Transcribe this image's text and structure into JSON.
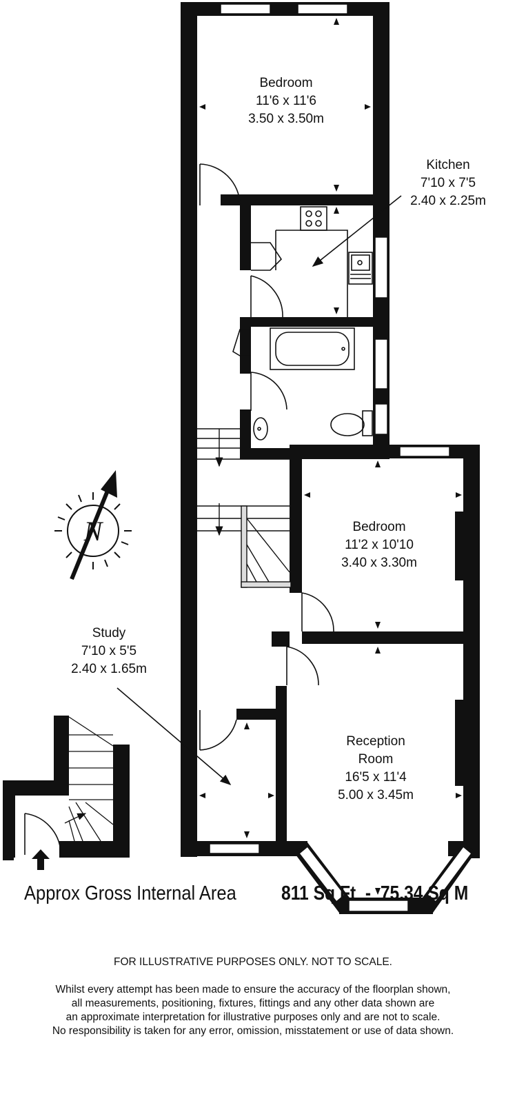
{
  "rooms": {
    "bedroom1": {
      "name": "Bedroom",
      "imperial": "11'6 x 11'6",
      "metric": "3.50 x 3.50m"
    },
    "kitchen": {
      "name": "Kitchen",
      "imperial": "7'10 x 7'5",
      "metric": "2.40 x 2.25m"
    },
    "bedroom2": {
      "name": "Bedroom",
      "imperial": "11'2 x 10'10",
      "metric": "3.40 x 3.30m"
    },
    "study": {
      "name": "Study",
      "imperial": "7'10 x 5'5",
      "metric": "2.40 x 1.65m"
    },
    "reception": {
      "name1": "Reception",
      "name2": "Room",
      "imperial": "16'5 x 11'4",
      "metric": "5.00 x 3.45m"
    }
  },
  "compass": {
    "letter": "N"
  },
  "area": {
    "label": "Approx Gross Internal Area",
    "value": "811 Sq Ft  -  75.34 Sq M"
  },
  "disclaimer": {
    "title": "FOR ILLUSTRATIVE PURPOSES ONLY. NOT TO SCALE.",
    "lines": [
      "Whilst every attempt has been made to ensure the accuracy of the floorplan shown,",
      "all measurements, positioning, fixtures, fittings and any other data shown are",
      "an approximate interpretation for illustrative purposes only and are not to scale.",
      "No responsibility is taken for any error, omission, misstatement or use of data shown."
    ]
  }
}
